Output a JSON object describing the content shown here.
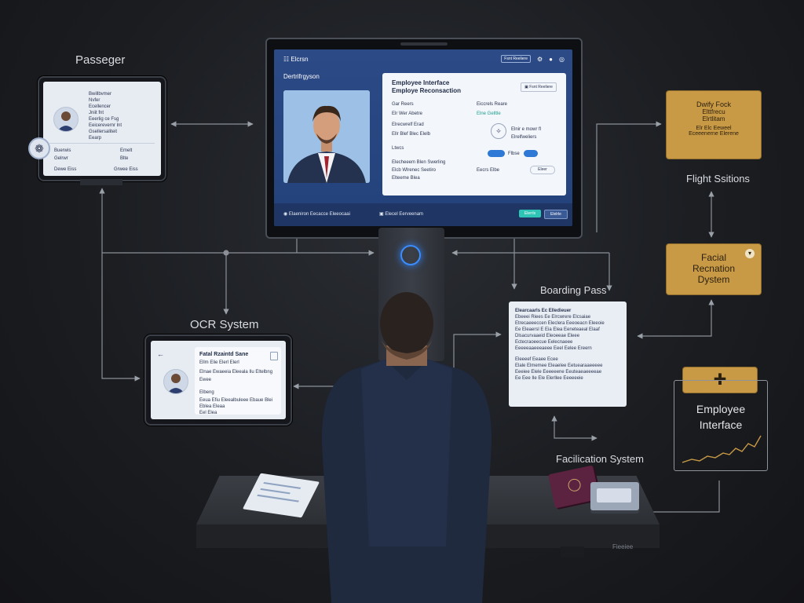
{
  "labels": {
    "passenger": "Passeger",
    "ocr_system": "OCR System",
    "boarding_pass": "Boarding Pass",
    "flight_stations": "Flight Ssitions",
    "facilitation_system": "Facilication System",
    "employee_interface": "Employee Interface"
  },
  "passenger_tablet": {
    "lines": [
      "Bwillbvmer",
      "Nvfer",
      "Ecellencer",
      "Jniit fnt",
      "Eeerlig ce Fsg",
      "Eeicerevernr lnt",
      "Gsellersaliteit",
      "Eearp"
    ],
    "rows": [
      [
        "Buerwis",
        "Emelt"
      ],
      [
        "Gelrwr",
        "Blte"
      ],
      [
        "Dewe Eiss",
        "Grwee Eiss"
      ]
    ]
  },
  "monitor": {
    "app_title": "Elcrsn",
    "left_title": "Dertrifrgyson",
    "card_title": "Employee Interface",
    "card_subtitle": "Employe Reconsaction",
    "fields_left": [
      "Gar Reers",
      "Elr Wer Abetre",
      "Elrecwrelf Erad",
      "Ellr Blef Blec Elelb",
      "Ltwcs",
      "Elecheeem Blen   Swerling",
      "Elcb Wlrenec   Seetiro",
      "Elteeme Blea"
    ],
    "fields_right": [
      "Eiccrels Reare",
      "Elne Gelltle",
      "Flbse",
      "Elnir e mowr fl",
      "Elrelfweliers",
      "Eecrs Elbe",
      "Eleer"
    ],
    "header_button": "Fsnt Reeliere",
    "footer_left": "Elaeniron Eecacce   Eleeocaai",
    "footer_mid": "Elecel Eerveenam",
    "btn_primary": "Elerrls",
    "btn_secondary": "Elelrle",
    "accent": "#2ec4b6"
  },
  "ocr_tablet": {
    "title": "Fatal Rzaintd Sane",
    "subtitle": "Ellm  Elie  Elerl Elerl",
    "lines": [
      "Elnae Ewaeeia Eleeala Ilu Eltelbng",
      "Ewee",
      "Elbeng",
      "Eeua  Efiu Eleealbuleee Ebaue Blei",
      "Eblea  Eleaa",
      "Eel Elea"
    ]
  },
  "gold_cards": {
    "top": {
      "title": "Dwify Fock",
      "line1": "Elttfrecu",
      "line2": "Elrtlitam",
      "line3": "Elr  Elc   Eeweel",
      "line4": "Eceeenerne  Elerene"
    },
    "facial": {
      "line1": "Facial",
      "line2": "Recnation",
      "line3": "Dystem"
    }
  },
  "boarding_pass_lines": [
    "Elearcaarls Ec Elledieuer",
    "Ebeeei Riees  Ee Elrcwrere Elcsaiae",
    "Etrecaeeeccen Eleclera Eeeoeacn Eleeoie",
    "Ee Eleaersl  E  Eia  Elea Eeneteaeal Elaaf",
    "Dlsacurvaaeid Eleoeeae Eleee",
    "Ectecraoeecue Eelecnaeee",
    "Eeeeeaaeeeaeee  Eeel  Eelee Ereern",
    "Eleeeef Eeaee Ecee",
    "Elale  Elmemee  Eleaelee  Eetuearaaeeeee",
    "Eeeiee Elele  Eeeeeene Eeuteaeaeeeeae",
    "Ee Eee Ile Ele Elerllee  Eeeeeeie"
  ],
  "desk_caption": "Fieeiee",
  "colors": {
    "background": "#1b1d21",
    "gold": "#c99a46",
    "monitor_blue": "#2c4a86",
    "accent_blue": "#3a8dff"
  }
}
